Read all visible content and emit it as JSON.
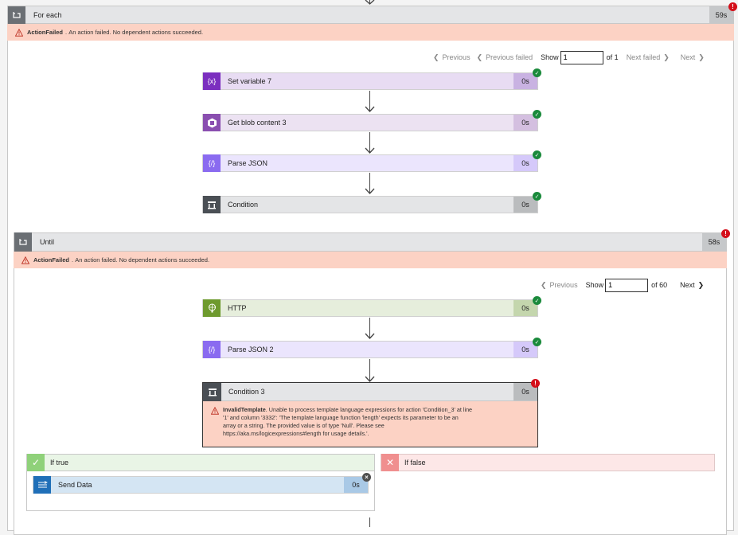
{
  "foreach": {
    "title": "For each",
    "duration": "59s",
    "error_code": "ActionFailed",
    "error_text": "An action failed. No dependent actions succeeded.",
    "pager": {
      "previous": "Previous",
      "previous_failed": "Previous failed",
      "show": "Show",
      "value": "1",
      "of": "of 1",
      "next_failed": "Next failed",
      "next": "Next"
    },
    "steps": [
      {
        "label": "Set variable 7",
        "duration": "0s"
      },
      {
        "label": "Get blob content 3",
        "duration": "0s"
      },
      {
        "label": "Parse JSON",
        "duration": "0s"
      },
      {
        "label": "Condition",
        "duration": "0s"
      }
    ]
  },
  "until": {
    "title": "Until",
    "duration": "58s",
    "error_code": "ActionFailed",
    "error_text": "An action failed. No dependent actions succeeded.",
    "pager": {
      "previous": "Previous",
      "show": "Show",
      "value": "1",
      "of": "of 60",
      "next": "Next"
    },
    "steps": [
      {
        "label": "HTTP",
        "duration": "0s"
      },
      {
        "label": "Parse JSON 2",
        "duration": "0s"
      }
    ],
    "condition": {
      "label": "Condition 3",
      "duration": "0s",
      "error_code": "InvalidTemplate",
      "error_lines": [
        "Unable to process template language expressions for action 'Condition_3' at line",
        "'1' and column '3332': 'The template language function 'length' expects its parameter to be an",
        "array or a string. The provided value is of type 'Null'. Please see",
        "https://aka.ms/logicexpressions#length for usage details.'."
      ]
    },
    "if_true": {
      "label": "If true",
      "action_label": "Send Data",
      "action_duration": "0s"
    },
    "if_false": {
      "label": "If false"
    }
  },
  "colors": {
    "variable": "#7b2fbf",
    "blob": "#8a4fb0",
    "parse": "#8a6bf0",
    "condition": "#4a4f55",
    "http": "#6e9a2e",
    "send": "#1f6fb8",
    "success": "#1a8a3b",
    "error": "#d40f1a"
  }
}
